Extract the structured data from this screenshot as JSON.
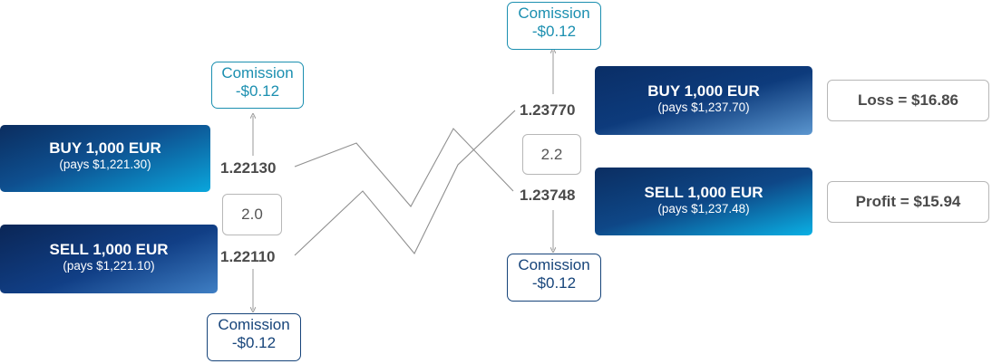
{
  "left": {
    "buy": {
      "title": "BUY 1,000 EUR",
      "sub": "(pays $1,221.30)"
    },
    "sell": {
      "title": "SELL 1,000 EUR",
      "sub": "(pays $1,221.10)"
    },
    "buy_price": "1.22130",
    "sell_price": "1.22110",
    "spread": "2.0",
    "commission_top": {
      "line1": "Comission",
      "line2": "-$0.12"
    },
    "commission_bottom": {
      "line1": "Comission",
      "line2": "-$0.12"
    }
  },
  "right": {
    "buy": {
      "title": "BUY 1,000 EUR",
      "sub": "(pays $1,237.70)"
    },
    "sell": {
      "title": "SELL 1,000 EUR",
      "sub": "(pays $1,237.48)"
    },
    "buy_price": "1.23770",
    "sell_price": "1.23748",
    "spread": "2.2",
    "commission_top": {
      "line1": "Comission",
      "line2": "-$0.12"
    },
    "commission_bottom": {
      "line1": "Comission",
      "line2": "-$0.12"
    }
  },
  "results": {
    "loss": "Loss = $16.86",
    "profit": "Profit = $15.94"
  },
  "colors": {
    "teal": "#1b8fb0",
    "navy": "#16447a",
    "line": "#9a9a9a"
  }
}
